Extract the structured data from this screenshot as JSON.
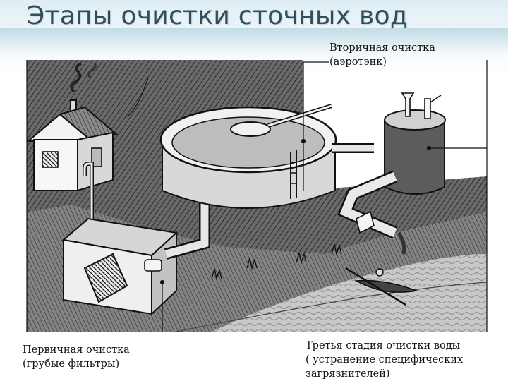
{
  "slide": {
    "title": "Этапы очистки сточных вод"
  },
  "labels": {
    "secondary": "Вторичная очистка\n(аэротэнк)",
    "primary": "Первичная очистка\n(грубые фильтры)",
    "tertiary": "Третья стадия очистки воды\n( устранение специфических\nзагрязнителей)"
  }
}
